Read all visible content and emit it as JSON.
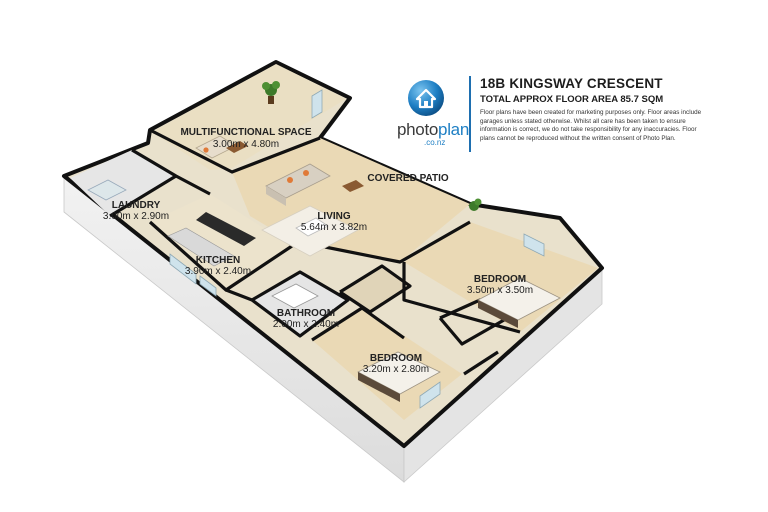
{
  "header": {
    "title": "18B KINGSWAY CRESCENT",
    "area": "TOTAL APPROX FLOOR AREA 85.7 SQM",
    "disclaimer": "Floor plans have been created for marketing purposes only. Floor areas include garages unless stated otherwise. Whilst all care has been taken to ensure information is correct, we do not take responsibility for any inaccuracies. Floor plans cannot be reproduced without the written consent of Photo Plan."
  },
  "brand": {
    "name_part1": "photo",
    "name_part2": "plan",
    "domain": ".co.nz",
    "icon": "house-logo-icon",
    "accent_color": "#1e7fc4"
  },
  "rooms": {
    "multifunctional": {
      "name": "MULTIFUNCTIONAL SPACE",
      "dims": "3.00m x 4.80m"
    },
    "laundry": {
      "name": "LAUNDRY",
      "dims": "3.00m x 2.90m"
    },
    "living": {
      "name": "LIVING",
      "dims": "5.64m x 3.82m"
    },
    "covered_patio": {
      "name": "COVERED PATIO"
    },
    "kitchen": {
      "name": "KITCHEN",
      "dims": "3.90m x 2.40m"
    },
    "bedroom1": {
      "name": "BEDROOM",
      "dims": "3.50m x 3.50m"
    },
    "bathroom": {
      "name": "BATHROOM",
      "dims": "2.00m x 2.40m"
    },
    "bedroom2": {
      "name": "BEDROOM",
      "dims": "3.20m x 2.80m"
    }
  }
}
